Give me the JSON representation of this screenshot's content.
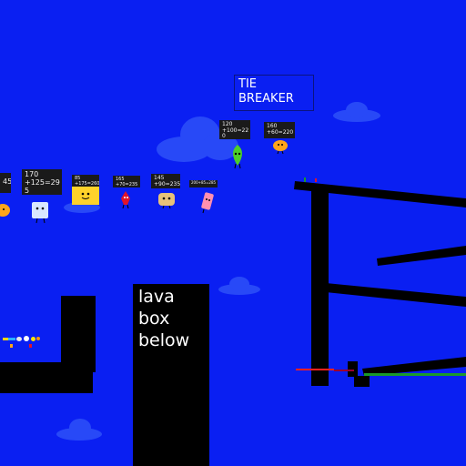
{
  "tie_breaker": {
    "text": "TIE\nBREAKER"
  },
  "lava_box": {
    "text": "lava\nbox\nbelow"
  },
  "scores": [
    {
      "id": "a",
      "text": "45"
    },
    {
      "id": "b",
      "text": "170\n+125=29\n5"
    },
    {
      "id": "c",
      "text": "85\n+175=260"
    },
    {
      "id": "d",
      "text": "165\n+70=235"
    },
    {
      "id": "e",
      "text": "145\n+90=235"
    },
    {
      "id": "f",
      "text": "200+85=285"
    },
    {
      "id": "g",
      "text": "120\n+100=22\n0"
    },
    {
      "id": "h",
      "text": "160\n+60=220"
    }
  ],
  "colors": {
    "sky": "#0a1ff2",
    "platform": "#000000",
    "tag_bg": "#1a1a1a",
    "red_line": "#ff2020",
    "green_line": "#1a9a2a"
  }
}
